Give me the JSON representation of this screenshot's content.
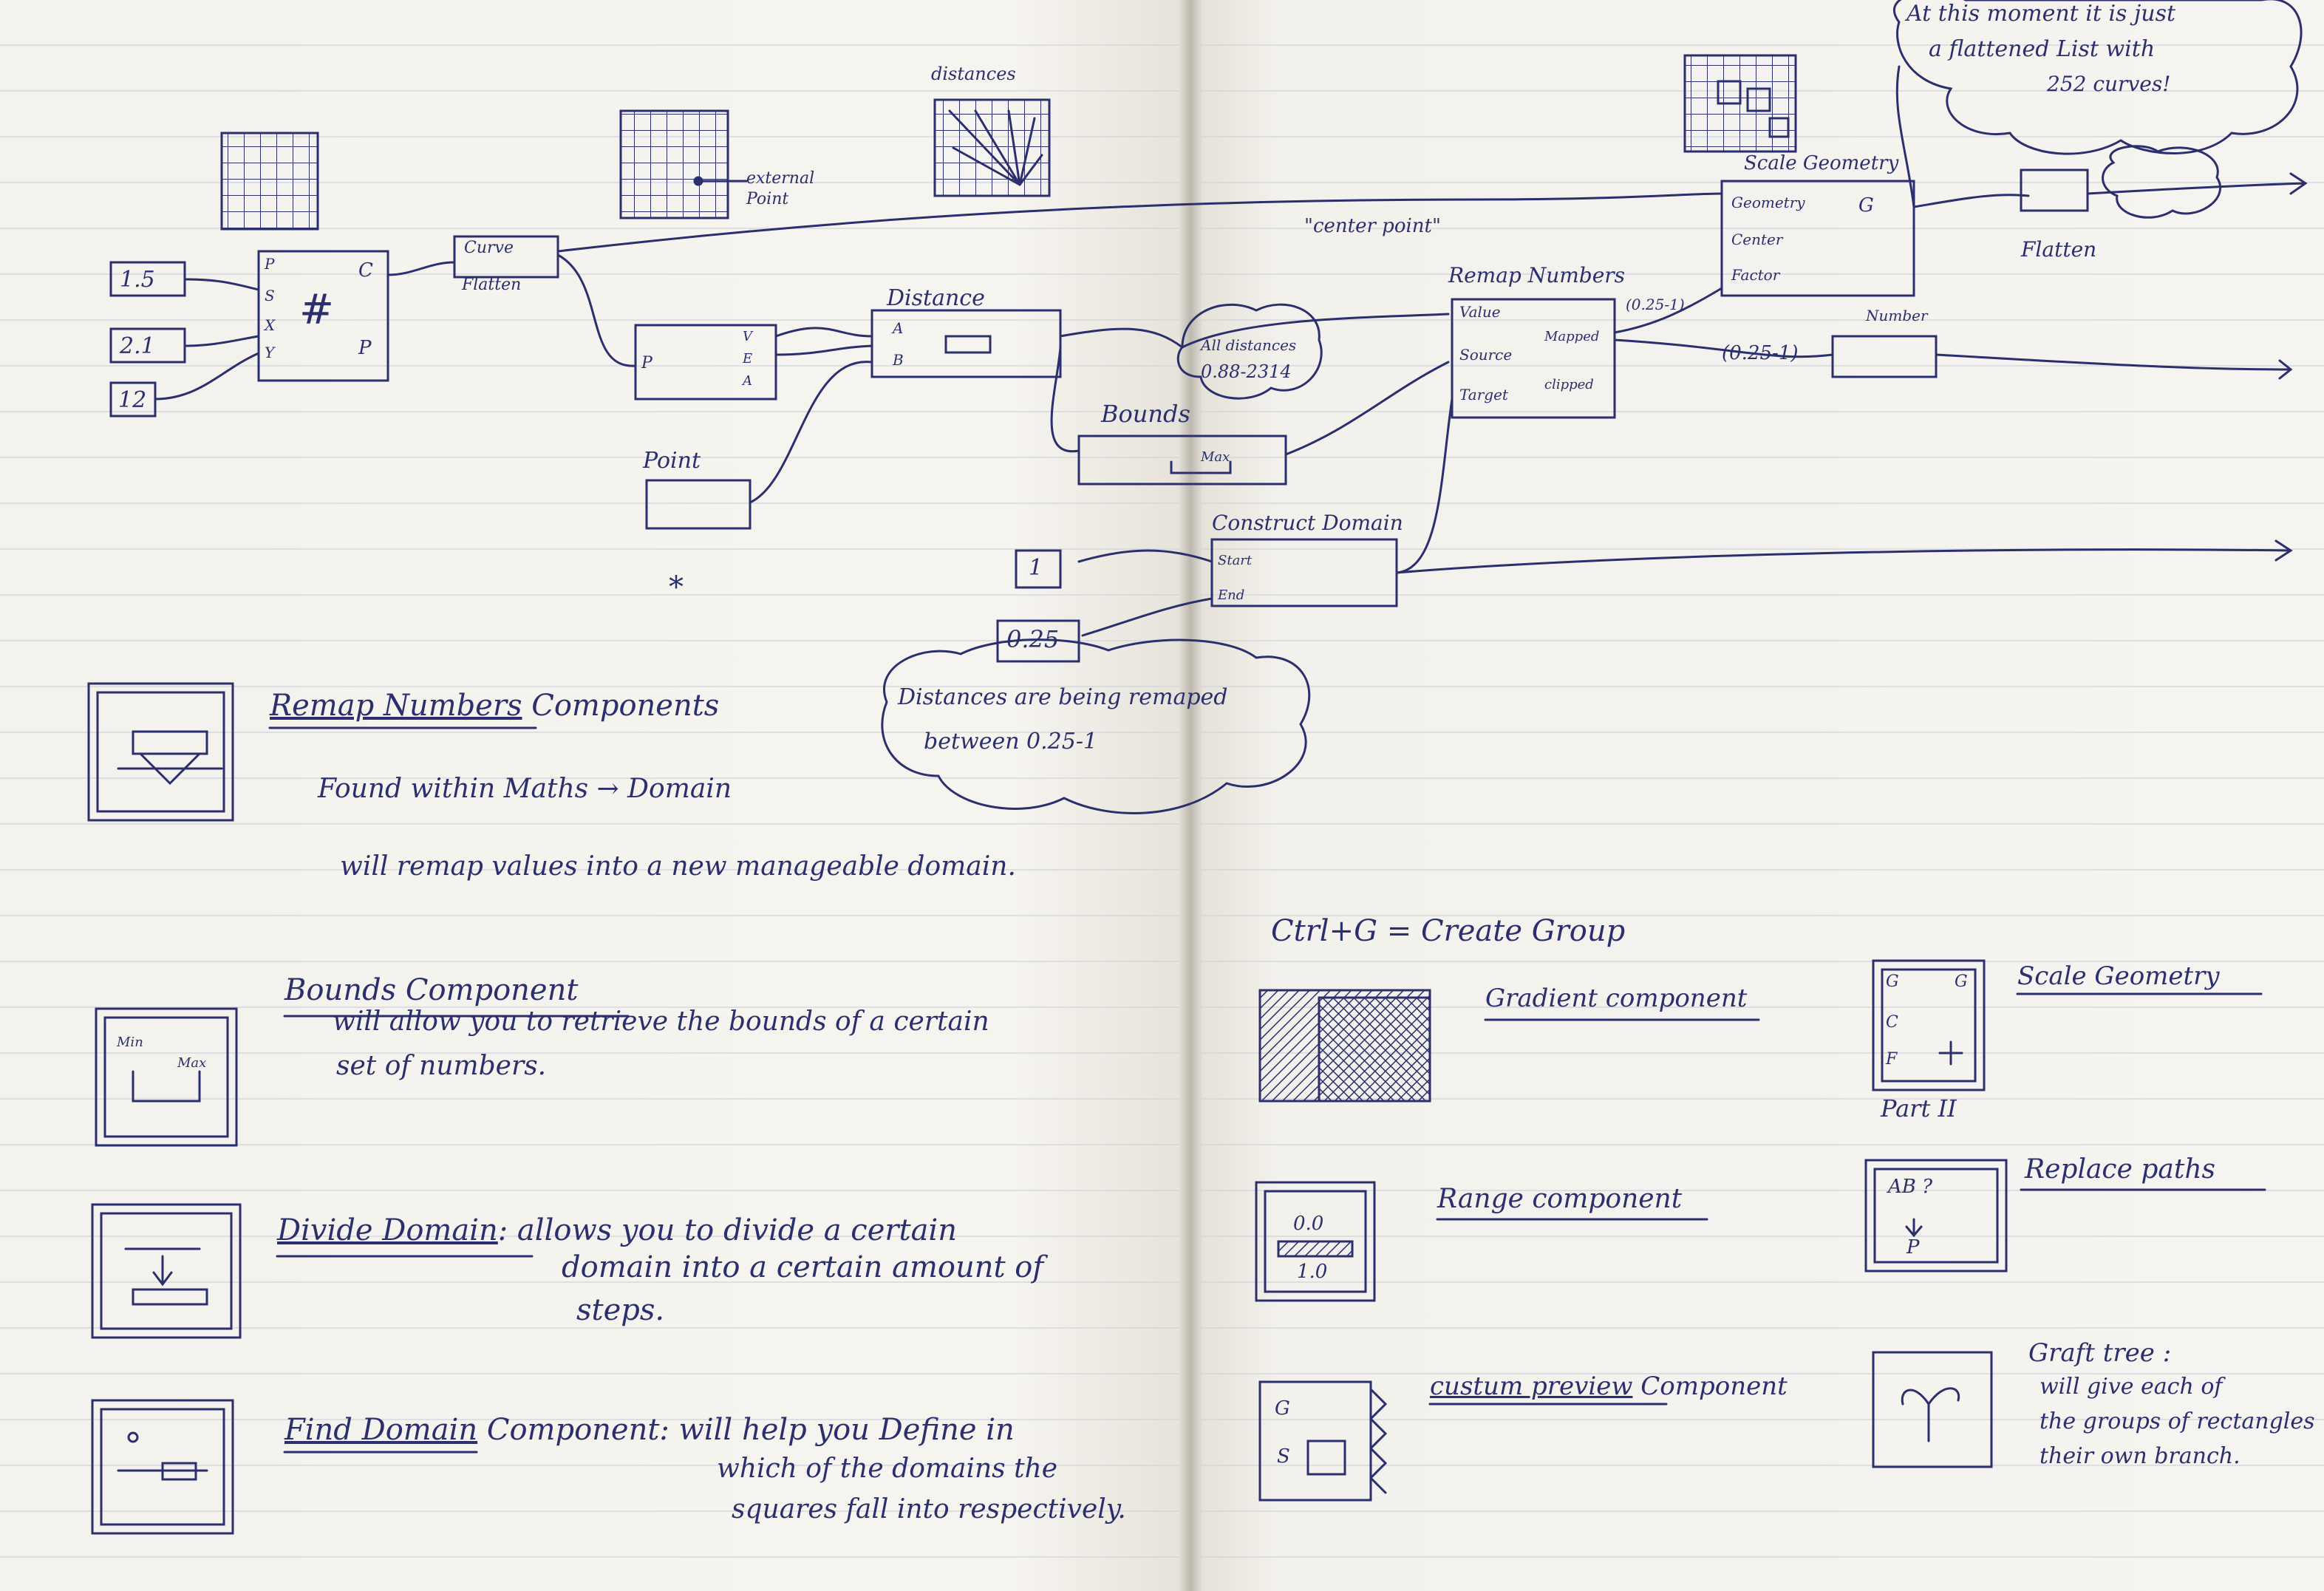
{
  "diagram": {
    "inputs": [
      "1.5",
      "2.1",
      "12"
    ],
    "grid_node": {
      "ports_in": [
        "P",
        "S",
        "X",
        "Y"
      ],
      "ports_out": [
        "C",
        "P"
      ],
      "symbol": "#"
    },
    "curve_node": {
      "line1": "Curve",
      "line2": "Flatten"
    },
    "area_node": {
      "port_in": "P",
      "ports_out": [
        "V",
        "E",
        "A"
      ]
    },
    "point_node": {
      "title": "Point"
    },
    "distance_node": {
      "title": "Distance",
      "ports": [
        "A",
        "B"
      ]
    },
    "bounds_node": {
      "title": "Bounds",
      "port": "Max"
    },
    "remap_node": {
      "title": "Remap Numbers",
      "ports_in": [
        "Value",
        "Source",
        "Target"
      ],
      "ports_out": [
        "Mapped",
        "clipped"
      ]
    },
    "scale_node": {
      "title": "Scale Geometry",
      "ports_in": [
        "Geometry",
        "Center",
        "Factor"
      ],
      "port_out": "G"
    },
    "number_node": {
      "title": "Number"
    },
    "construct_node": {
      "title": "Construct Domain",
      "ports": [
        "Start",
        "End"
      ]
    },
    "construct_inputs": [
      "1",
      "0.25"
    ],
    "labels": {
      "distances": "distances",
      "external_point": "external Point",
      "center_point": "\"center point\"",
      "all_distances": "All distances",
      "all_distances_range": "0.88-2314",
      "range_a": "(0.25-1)",
      "range_b": "(0.25-1)",
      "flatten": "Flatten",
      "cloud_line1": "At this moment it is just",
      "cloud_line2": "a flattened List with",
      "cloud_line3": "252 curves!",
      "remap_cloud_line1": "Distances are being remaped",
      "remap_cloud_line2": "between 0.25-1",
      "star": "*"
    }
  },
  "notes_left": [
    {
      "title": "Remap Numbers",
      "title_rest": "Components",
      "lines": [
        "Found within  Maths → Domain",
        "will remap values into a new manageable domain."
      ]
    },
    {
      "title": "Bounds Component",
      "lines": [
        "will allow you to retrieve the bounds of a certain",
        "set of numbers."
      ],
      "icon_labels": [
        "Min",
        "Max"
      ]
    },
    {
      "title": "Divide Domain",
      "title_rest": ": allows you to divide a certain",
      "lines": [
        "domain into a certain amount of",
        "steps."
      ]
    },
    {
      "title": "Find Domain",
      "title_rest": "Component:  will help you Define in",
      "lines": [
        "which of the domains the",
        "squares fall into respectively."
      ]
    }
  ],
  "notes_right": {
    "shortcut": "Ctrl+G = Create Group",
    "gradient": "Gradient component",
    "range": "Range component",
    "range_icon": [
      "0.0",
      "1.0"
    ],
    "custom_preview": "custum preview",
    "custom_preview_rest": "Component",
    "custom_icon": [
      "G",
      "S"
    ],
    "scale_geometry": "Scale Geometry",
    "scale_icon": [
      "G",
      "G",
      "C",
      "F"
    ],
    "part": "Part II",
    "replace_paths": "Replace paths",
    "replace_icon": [
      "AB ?",
      "P"
    ],
    "graft_tree": "Graft tree :",
    "graft_lines": [
      "will give each of",
      "the groups of rectangles",
      "their own branch."
    ]
  },
  "colors": {
    "ink": "#2b2f6e",
    "paper": "#f5f3ee",
    "rule": "#c9cfd8"
  }
}
